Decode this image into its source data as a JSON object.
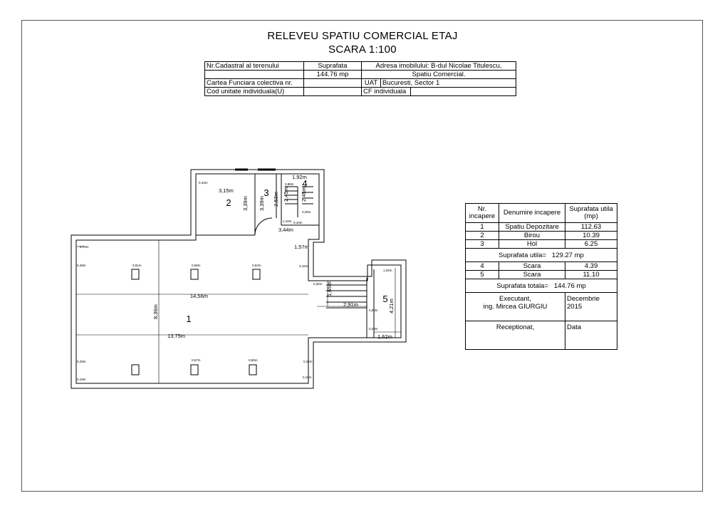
{
  "title": {
    "line1": "RELEVEU  SPATIU COMERCIAL ETAJ",
    "line2": "SCARA 1:100"
  },
  "info_table": {
    "cadastral_label": "Nr.Cadastral al terenului",
    "surface_label": "Suprafata",
    "address_label": "Adresa imobilului: B-dul Nicolae Titulescu,",
    "surface_value": "144.76 mp",
    "space_label": "Spatiu Comercial.",
    "carte_label": "Cartea Funciara colectiva nr.",
    "uat_label": "UAT",
    "uat_value": "Bucuresti, Sector 1",
    "cod_label": "Cod unitate individuala(U)",
    "cf_label": "CF individuala"
  },
  "room_table": {
    "col1": "Nr. incapere",
    "col2": "Denumire incapere",
    "col3": "Suprafata utila (mp)",
    "rows": [
      {
        "nr": "1",
        "name": "Spatiu Depozitare",
        "area": "112.63"
      },
      {
        "nr": "2",
        "name": "Birou",
        "area": "10.39"
      },
      {
        "nr": "3",
        "name": "Hol",
        "area": "6.25"
      }
    ],
    "useful_label": "Suprafata utila=",
    "useful_value": "129.27 mp",
    "rows2": [
      {
        "nr": "4",
        "name": "Scara",
        "area": "4.39"
      },
      {
        "nr": "5",
        "name": "Scara",
        "area": "11.10"
      }
    ],
    "total_label": "Suprafata totala=",
    "total_value": "144.76 mp",
    "executant_label": "Executant,",
    "executant_name": "ing. Mircea  GIURGIU",
    "date_value": "Decembrie 2015",
    "receptionat_label": "Receptionat,",
    "data_label": "Data"
  },
  "plan": {
    "room_numbers": [
      "1",
      "2",
      "3",
      "4",
      "5"
    ],
    "dims": {
      "d_192": "1,92m",
      "d_315": "3,15m",
      "d_339a": "3,39m",
      "d_339b": "3,39m",
      "d_253": "2,53m",
      "d_245a": "2,45m",
      "d_245b": "2,45m",
      "d_344": "3,44m",
      "d_157": "1,57m",
      "d_1456": "14,56m",
      "d_836": "8,36m",
      "d_1375": "13,75m",
      "d_165": "1,65m",
      "d_291": "2,91m",
      "d_421": "4,21m",
      "d_162": "1,62m",
      "d_125": "1,25m",
      "d_088": "0,88m",
      "d_110": "1,10m",
      "d_016": "0,16m",
      "d_025": "0,25m",
      "d_043": "0,43m",
      "d_081": "0,81m",
      "d_058": "0,58m",
      "d_052": "0,52m",
      "d_048": "0,48m",
      "d_015": "0,15m",
      "d_030": "0,30m",
      "d_080": "0,80m",
      "d_029": "0,29m",
      "d_057": "0,57m",
      "d_055": "0,55m",
      "d_022": "0,22m",
      "d_018": "0,18m",
      "d_023": "0,23m",
      "d_075": "0,75m",
      "d_019": "0,19m"
    }
  }
}
